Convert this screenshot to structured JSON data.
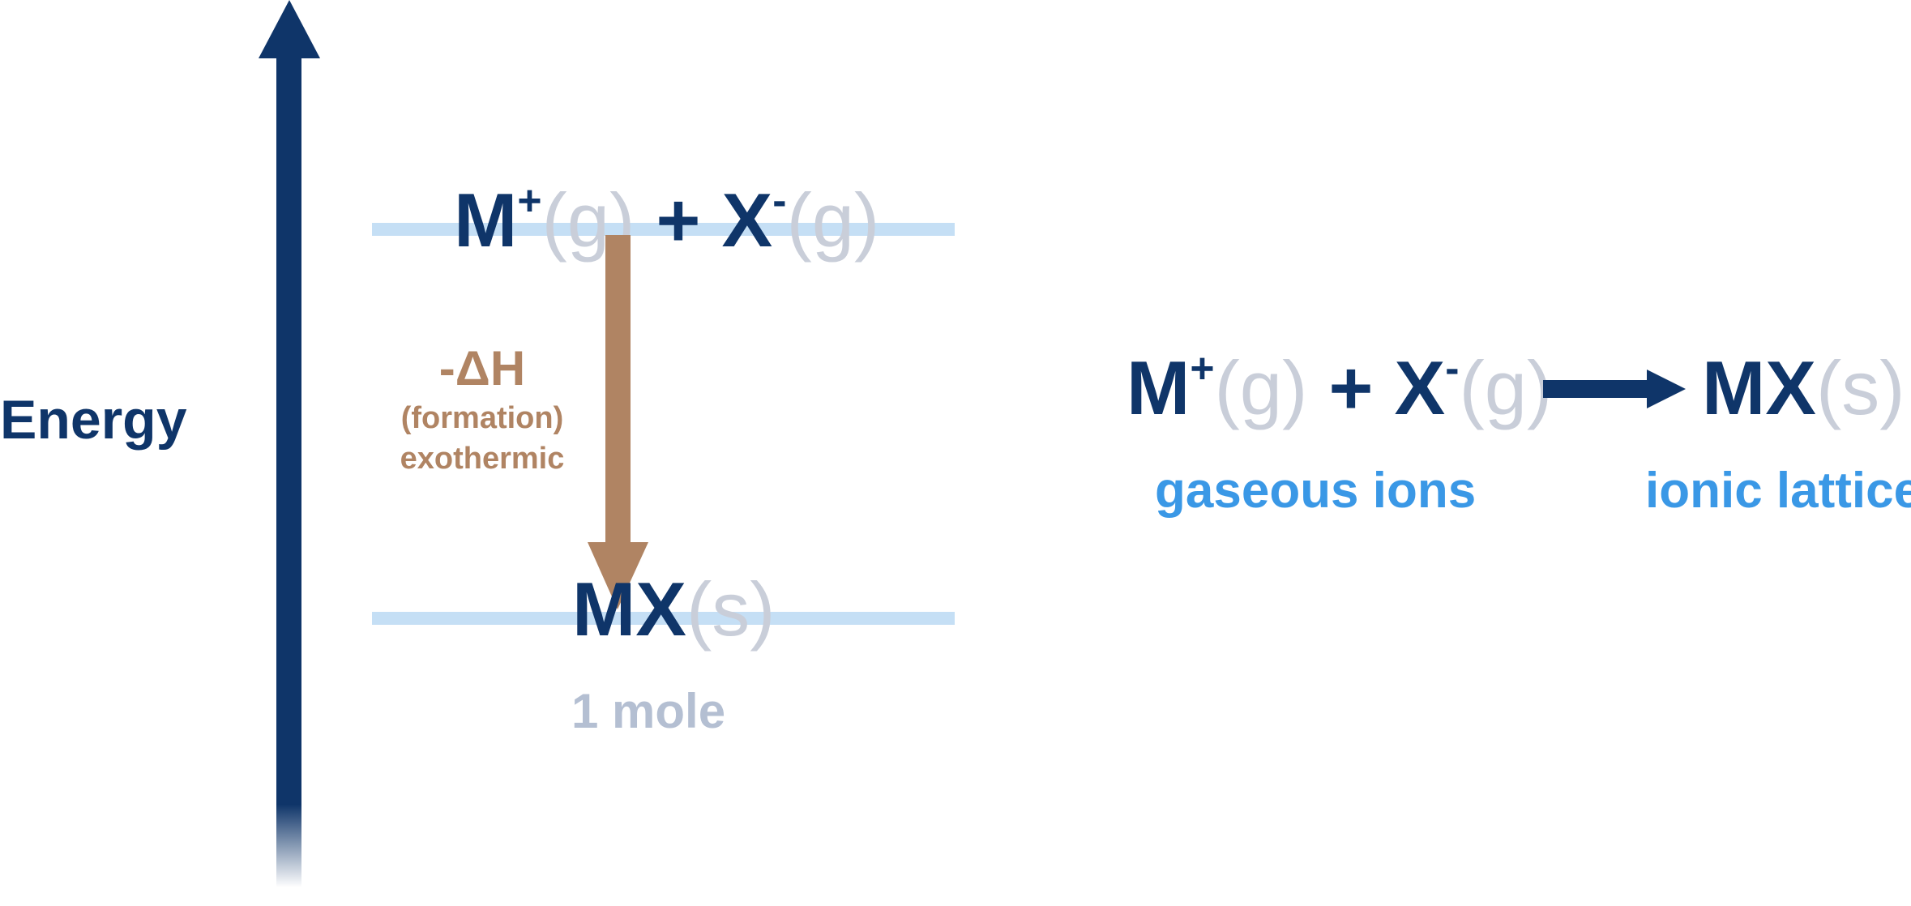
{
  "axis": {
    "label": "Energy"
  },
  "diagram": {
    "upper_level": {
      "species1": "M",
      "charge1": "+",
      "state1": "(g)",
      "plus": "+",
      "species2": "X",
      "charge2": "-",
      "state2": "(g)"
    },
    "lower_level": {
      "species": "MX",
      "state": "(s)",
      "note": "1 mole"
    },
    "enthalpy": {
      "symbol": "-ΔH",
      "type": "(formation)",
      "nature": "exothermic"
    }
  },
  "equation": {
    "reactant1": "M",
    "charge1": "+",
    "state1": "(g)",
    "plus": "+",
    "reactant2": "X",
    "charge2": "-",
    "state2": "(g)",
    "product": "MX",
    "product_state": "(s)",
    "reactant_label": "gaseous ions",
    "product_label": "ionic lattice"
  },
  "colors": {
    "navy": "#0f3569",
    "brown": "#b08463",
    "level": "#c5dff5",
    "state": "#c9ced9",
    "label_blue": "#3a98e6",
    "mole": "#b4bfd2"
  }
}
